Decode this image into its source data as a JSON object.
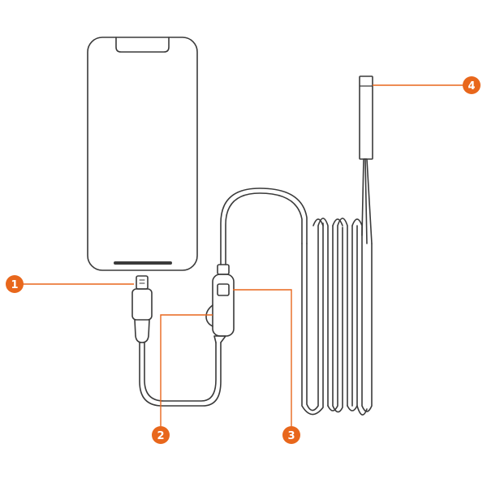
{
  "colors": {
    "line": "#3a3a3a",
    "accent": "#e8671c",
    "badge_text": "#ffffff",
    "background": "#ffffff"
  },
  "callouts": [
    {
      "label": "1",
      "target": "lightning-connector"
    },
    {
      "label": "2",
      "target": "adapter-module"
    },
    {
      "label": "3",
      "target": "control-unit-button"
    },
    {
      "label": "4",
      "target": "camera-probe-tip"
    }
  ]
}
